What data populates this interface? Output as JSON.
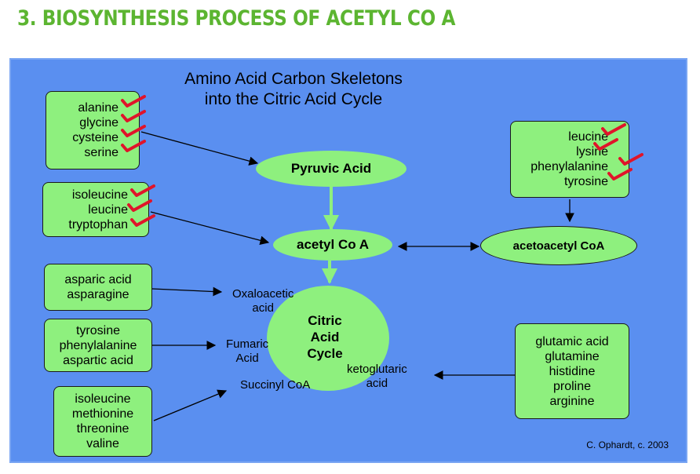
{
  "page_title": "3. BIOSYNTHESIS PROCESS OF ACETYL CO A",
  "diagram": {
    "title_line1": "Amino Acid Carbon Skeletons",
    "title_line2": "into the Citric Acid Cycle",
    "groups": {
      "pyruvate_sources": [
        "alanine",
        "glycine",
        "cysteine",
        "serine"
      ],
      "acetyl_sources": [
        "isoleucine",
        "leucine",
        "tryptophan"
      ],
      "acetoacetyl_sources": [
        "leucine",
        "lysine",
        "phenylalanine",
        "tyrosine"
      ],
      "oxaloacetate_sources": [
        "asparic acid",
        "asparagine"
      ],
      "fumarate_sources": [
        "tyrosine",
        "phenylalanine",
        "aspartic acid"
      ],
      "succinyl_sources": [
        "isoleucine",
        "methionine",
        "threonine",
        "valine"
      ],
      "ketoglutarate_sources": [
        "glutamic acid",
        "glutamine",
        "histidine",
        "proline",
        "arginine"
      ]
    },
    "nodes": {
      "pyruvic_acid": "Pyruvic Acid",
      "acetyl_coa": "acetyl Co A",
      "acetoacetyl_coa": "acetoacetyl CoA",
      "citric_cycle_line1": "Citric",
      "citric_cycle_line2": "Acid",
      "citric_cycle_line3": "Cycle"
    },
    "intermediates": {
      "oxaloacetic_line1": "Oxaloacetic",
      "oxaloacetic_line2": "acid",
      "fumaric_line1": "Fumaric",
      "fumaric_line2": "Acid",
      "succinyl": "Succinyl CoA",
      "ketoglutaric_line1": "ketoglutaric",
      "ketoglutaric_line2": "acid"
    },
    "credit": "C. Ophardt, c. 2003",
    "colors": {
      "title_green": "#5cb531",
      "panel_blue": "#5a8ff0",
      "node_green": "#8ef07e",
      "checkmark_red": "#e0142a"
    }
  }
}
